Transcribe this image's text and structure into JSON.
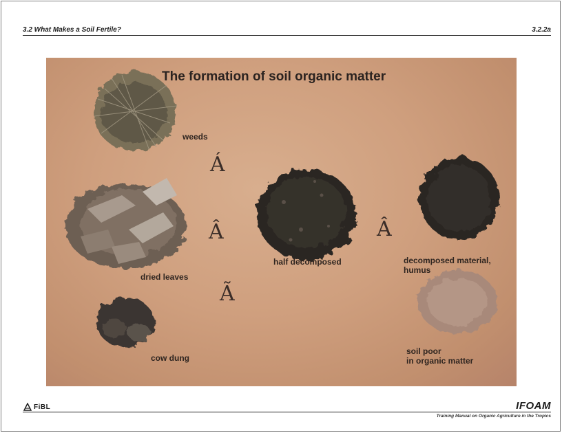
{
  "header": {
    "section_title": "3.2 What Makes a Soil Fertile?",
    "page_code": "3.2.2a"
  },
  "figure": {
    "title": "The formation of soil organic matter",
    "labels": {
      "weeds": "weeds",
      "dried_leaves": "dried leaves",
      "cow_dung": "cow dung",
      "half_decomposed": "half decomposed",
      "decomposed_line1": "decomposed material,",
      "decomposed_line2": "humus",
      "soil_poor_line1": "soil poor",
      "soil_poor_line2": "in organic matter"
    },
    "arrows": {
      "arrow_1": "Á",
      "arrow_2": "Â",
      "arrow_3": "Ã",
      "arrow_4": "Â"
    }
  },
  "footer": {
    "left_logo_text": "FiBL",
    "right_logo_text": "IFOAM",
    "manual_title": "Training Manual on Organic Agriculture in the Tropics"
  }
}
